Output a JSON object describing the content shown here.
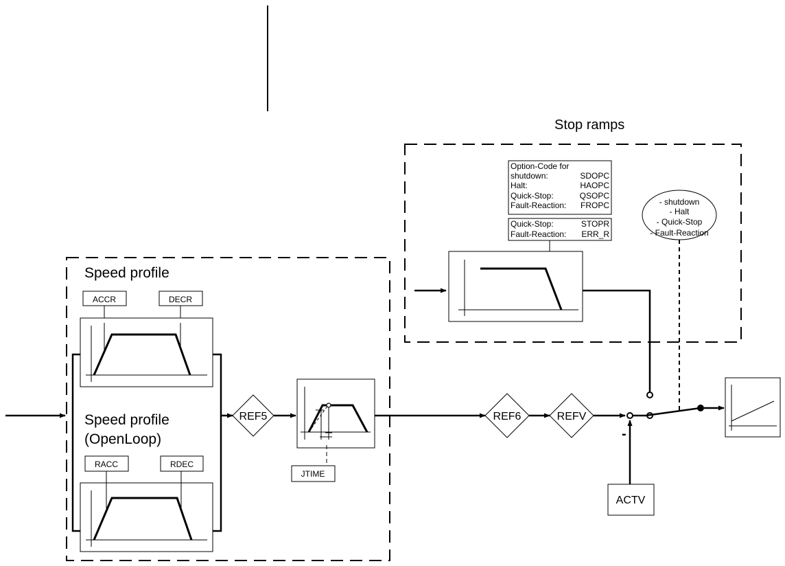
{
  "groups": {
    "stop_ramps": "Stop ramps",
    "speed_profile": "Speed profile",
    "speed_profile_openloop_line1": "Speed profile",
    "speed_profile_openloop_line2": "(OpenLoop)"
  },
  "params": {
    "accr": "ACCR",
    "decr": "DECR",
    "racc": "RACC",
    "rdec": "RDEC",
    "jtime": "JTIME",
    "actv": "ACTV"
  },
  "blocks": {
    "ref5": "REF5",
    "ref6": "REF6",
    "refv": "REFV",
    "minus": "-"
  },
  "option_code": {
    "header": "Option-Code for",
    "rows": [
      {
        "label": "shutdown:",
        "value": "SDOPC"
      },
      {
        "label": "Halt:",
        "value": "HAOPC"
      },
      {
        "label": "Quick-Stop:",
        "value": "QSOPC"
      },
      {
        "label": "Fault-Reaction:",
        "value": "FROPC"
      }
    ]
  },
  "stop_params": {
    "rows": [
      {
        "label": "Quick-Stop:",
        "value": "STOPR"
      },
      {
        "label": "Fault-Reaction:",
        "value": "ERR_R"
      }
    ]
  },
  "conditions": [
    "- shutdown",
    "- Halt",
    "- Quick-Stop",
    "- Fault-Reaction"
  ]
}
